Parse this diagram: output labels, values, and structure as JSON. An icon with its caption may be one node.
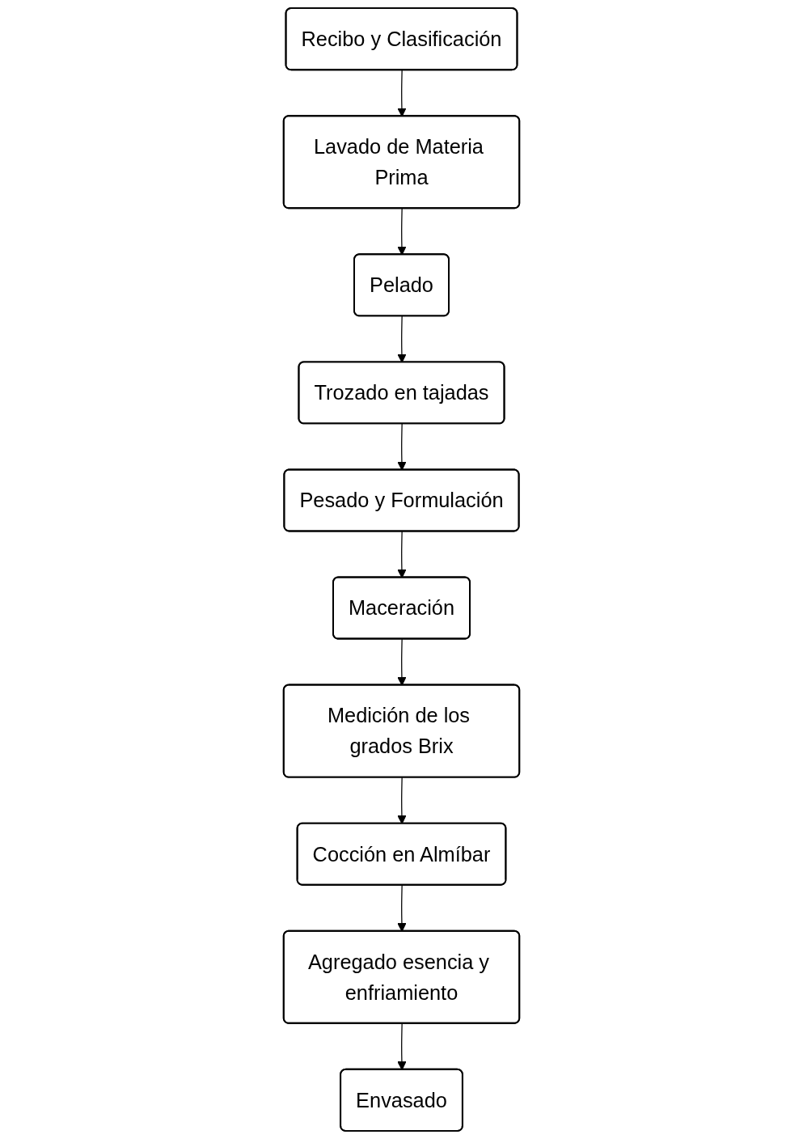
{
  "diagram": {
    "nodes": [
      {
        "text": [
          "Recibo y Clasificación"
        ]
      },
      {
        "text": [
          "Lavado de Materia Prima"
        ]
      },
      {
        "text": [
          "Pelado"
        ]
      },
      {
        "text": [
          "Trozado en tajadas"
        ]
      },
      {
        "text": [
          "Pesado y Formulación"
        ]
      },
      {
        "text": [
          "Maceración"
        ]
      },
      {
        "text": [
          "Medición de los grados Brix"
        ]
      },
      {
        "text": [
          "Cocción en Almíbar"
        ]
      },
      {
        "text": [
          "Agregado esencia y enfriamiento"
        ]
      },
      {
        "text": [
          "Envasado"
        ]
      }
    ],
    "edges": [
      {
        "from": 0,
        "to": 1,
        "arrow": "to"
      },
      {
        "from": 1,
        "to": 2,
        "arrow": "to"
      },
      {
        "from": 2,
        "to": 3,
        "arrow": "to"
      },
      {
        "from": 3,
        "to": 4,
        "arrow": "to"
      },
      {
        "from": 4,
        "to": 5,
        "arrow": "to"
      },
      {
        "from": 5,
        "to": 6,
        "arrow": "to"
      },
      {
        "from": 6,
        "to": 7,
        "arrow": "to"
      },
      {
        "from": 7,
        "to": 8,
        "arrow": "to"
      },
      {
        "from": 8,
        "to": 9,
        "arrow": "to"
      }
    ]
  }
}
